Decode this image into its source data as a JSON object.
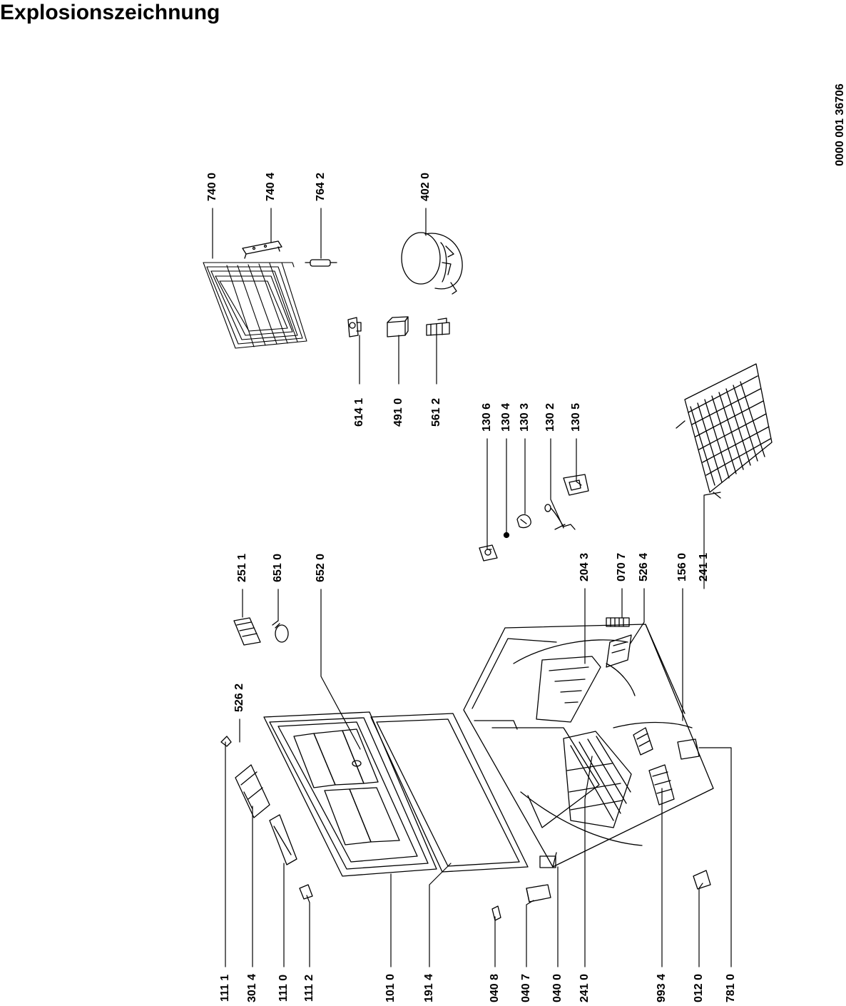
{
  "page": {
    "title": "Explosionszeichnung",
    "doc_number": "0000 001 36706"
  },
  "labels": {
    "740_0": "740 0",
    "740_4": "740 4",
    "764_2": "764 2",
    "402_0": "402 0",
    "614_1": "614 1",
    "491_0": "491 0",
    "561_2": "561 2",
    "130_6": "130 6",
    "130_4": "130 4",
    "130_3": "130 3",
    "130_2": "130 2",
    "130_5": "130 5",
    "251_1": "251 1",
    "651_0": "651 0",
    "652_0": "652 0",
    "526_2": "526 2",
    "204_3": "204 3",
    "070_7": "070 7",
    "526_4": "526 4",
    "156_0": "156 0",
    "241_1": "241 1",
    "111_1": "111 1",
    "301_4": "301 4",
    "111_0": "111 0",
    "111_2": "111 2",
    "101_0": "101 0",
    "191_4": "191 4",
    "040_8": "040 8",
    "040_7": "040 7",
    "040_0": "040 0",
    "241_0": "241 0",
    "993_4": "993 4",
    "012_0": "012 0",
    "781_0": "781 0"
  }
}
